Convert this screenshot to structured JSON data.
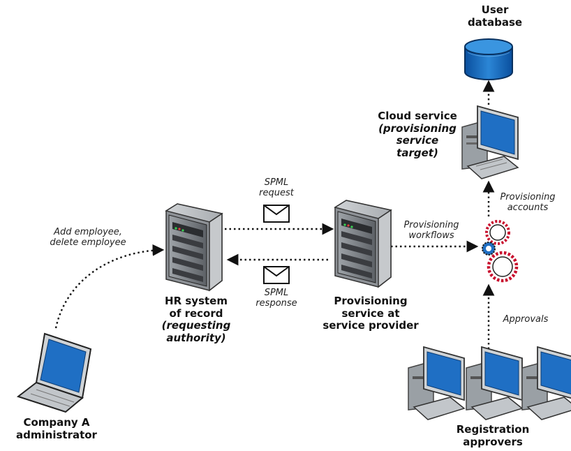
{
  "labels": {
    "user_database_line1": "User",
    "user_database_line2": "database",
    "cloud_service_line1": "Cloud service",
    "cloud_service_line2": "(provisioning",
    "cloud_service_line3": "service",
    "cloud_service_line4": "target)",
    "provisioning_accounts_line1": "Provisioning",
    "provisioning_accounts_line2": "accounts",
    "provisioning_workflows_line1": "Provisioning",
    "provisioning_workflows_line2": "workflows",
    "approvals": "Approvals",
    "spml_request_line1": "SPML",
    "spml_request_line2": "request",
    "spml_response_line1": "SPML",
    "spml_response_line2": "response",
    "add_employee_line1": "Add employee,",
    "add_employee_line2": "delete employee",
    "hr_line1": "HR system",
    "hr_line2": "of record",
    "hr_line3": "(requesting",
    "hr_line4": "authority)",
    "provisioning_service_line1": "Provisioning",
    "provisioning_service_line2": "service at",
    "provisioning_service_line3": "service provider",
    "company_admin_line1": "Company A",
    "company_admin_line2": "administrator",
    "registration_line1": "Registration",
    "registration_line2": "approvers"
  },
  "colors": {
    "screen_blue": "#1f6fc4",
    "gear_red": "#c8102e",
    "server_gray": "#7a7f85",
    "monitor_gray": "#b8bcc0"
  },
  "icons": [
    "database-icon",
    "desktop-icon",
    "server-icon",
    "laptop-icon",
    "gears-icon",
    "envelope-icon"
  ]
}
